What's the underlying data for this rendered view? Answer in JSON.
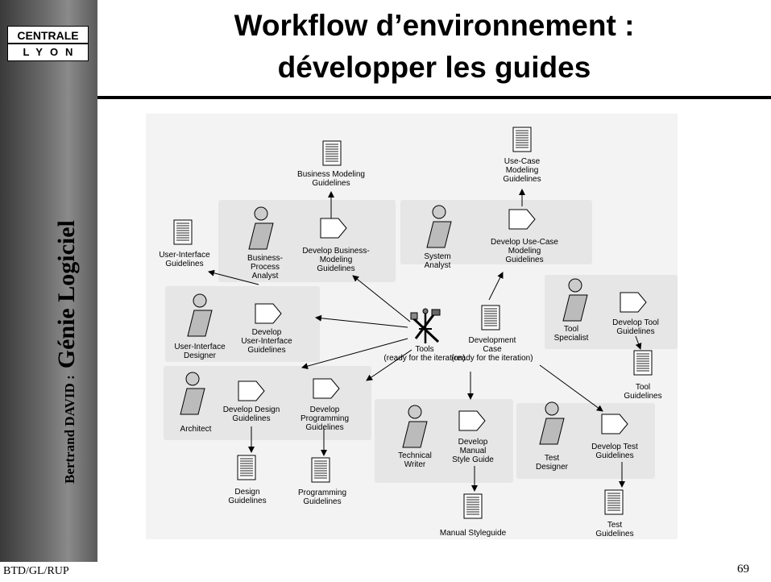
{
  "header": {
    "title_line1": "Workflow d’environnement :",
    "title_line2": "développer les guides"
  },
  "logo": {
    "top": "CENTRALE",
    "bottom": "LYON"
  },
  "sidebar": {
    "author": "Bertrand DAVID :",
    "course": "Génie Logiciel"
  },
  "footer": {
    "code": "BTD/GL/RUP",
    "page": "69"
  },
  "diagram": {
    "workers": {
      "business_process_analyst": [
        "Business-",
        "Process",
        "Analyst"
      ],
      "system_analyst": [
        "System",
        "Analyst"
      ],
      "ui_designer": [
        "User-Interface",
        "Designer"
      ],
      "tool_specialist": [
        "Tool",
        "Specialist"
      ],
      "architect": [
        "Architect"
      ],
      "technical_writer": [
        "Technical",
        "Writer"
      ],
      "test_designer": [
        "Test",
        "Designer"
      ]
    },
    "activities": {
      "business_modeling": [
        "Develop Business-",
        "Modeling",
        "Guidelines"
      ],
      "use_case_modeling": [
        "Develop Use-Case",
        "Modeling",
        "Guidelines"
      ],
      "ui_guidelines": [
        "Develop",
        "User-Interface",
        "Guidelines"
      ],
      "tool_guidelines": [
        "Develop Tool",
        "Guidelines"
      ],
      "design_guidelines": [
        "Develop Design",
        "Guidelines"
      ],
      "programming_guidelines": [
        "Develop",
        "Programming",
        "Guidelines"
      ],
      "manual_style": [
        "Develop",
        "Manual",
        "Style Guide"
      ],
      "test_guidelines": [
        "Develop Test",
        "Guidelines"
      ]
    },
    "artifacts": {
      "business_modeling": [
        "Business Modeling",
        "Guidelines"
      ],
      "use_case_modeling": [
        "Use-Case",
        "Modeling",
        "Guidelines"
      ],
      "ui_guidelines": [
        "User-Interface",
        "Guidelines"
      ],
      "development_case": [
        "Development",
        "Case",
        "(ready for the iteration)"
      ],
      "tool_guidelines": [
        "Tool",
        "Guidelines"
      ],
      "design_guidelines": [
        "Design",
        "Guidelines"
      ],
      "programming_guidelines": [
        "Programming",
        "Guidelines"
      ],
      "manual_styleguide": [
        "Manual Styleguide"
      ],
      "test_guidelines": [
        "Test",
        "Guidelines"
      ]
    },
    "tools": [
      "Tools",
      "(ready for the iteration)"
    ]
  }
}
